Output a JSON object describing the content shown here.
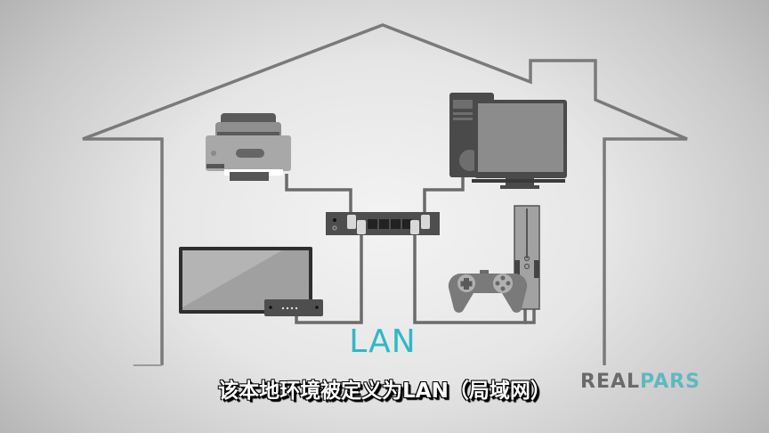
{
  "scene": {
    "title": "Home network diagram",
    "devices": [
      {
        "name": "printer",
        "icon": "printer-icon"
      },
      {
        "name": "desktop-computer",
        "icon": "desktop-computer-icon"
      },
      {
        "name": "network-switch",
        "icon": "router-switch-icon"
      },
      {
        "name": "television",
        "icon": "tv-icon"
      },
      {
        "name": "set-top-box",
        "icon": "set-top-box-icon"
      },
      {
        "name": "game-console",
        "icon": "game-console-icon"
      },
      {
        "name": "gamepad",
        "icon": "gamepad-icon"
      }
    ]
  },
  "label": {
    "text": "LAN",
    "color": "#2fb8c4"
  },
  "subtitle": {
    "text": "该本地环境被定义为LAN（局域网）"
  },
  "brand": {
    "part1": "REAL",
    "part2": "PARS",
    "color1": "#6a6a6a",
    "color2": "#5fb8c0"
  },
  "colors": {
    "outline": "#7a7a7a",
    "cable": "#6b6b6b",
    "device_dark": "#4a4a4a",
    "device_mid": "#8c8c8c",
    "device_light": "#a8a8a8"
  }
}
